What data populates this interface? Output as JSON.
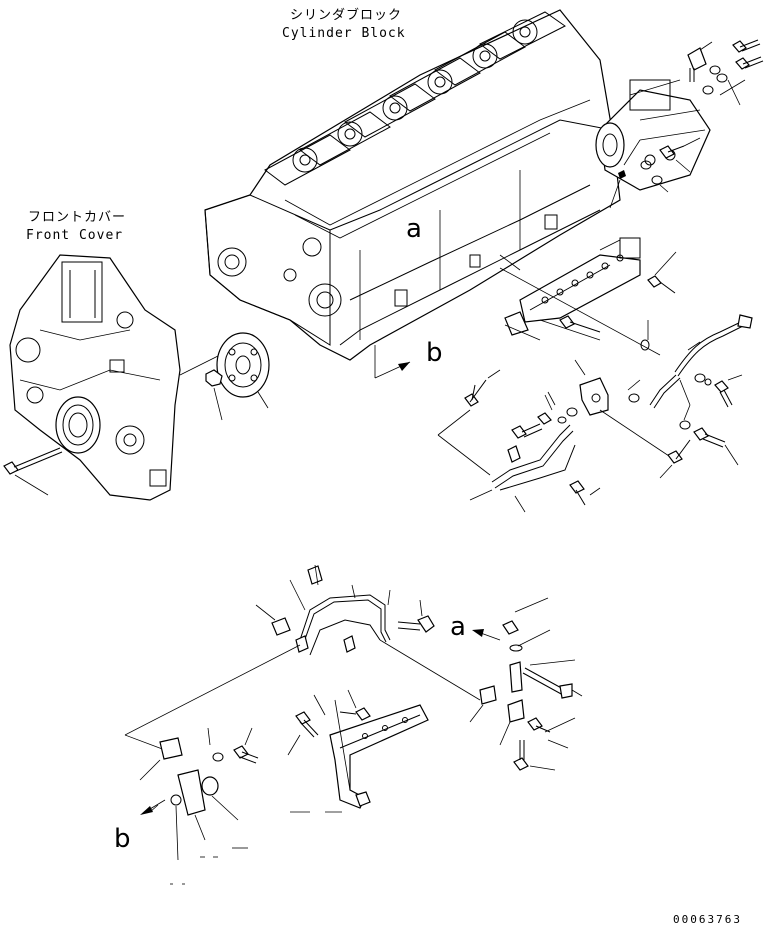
{
  "labels": {
    "cylinder_block_jp": "シリンダブロック",
    "cylinder_block_en": "Cylinder Block",
    "front_cover_jp": "フロントカバー",
    "front_cover_en": "Front Cover"
  },
  "callouts": {
    "a_upper": "a",
    "b_upper": "b",
    "a_lower": "a",
    "b_lower": "b"
  },
  "drawing_number": "00063763"
}
